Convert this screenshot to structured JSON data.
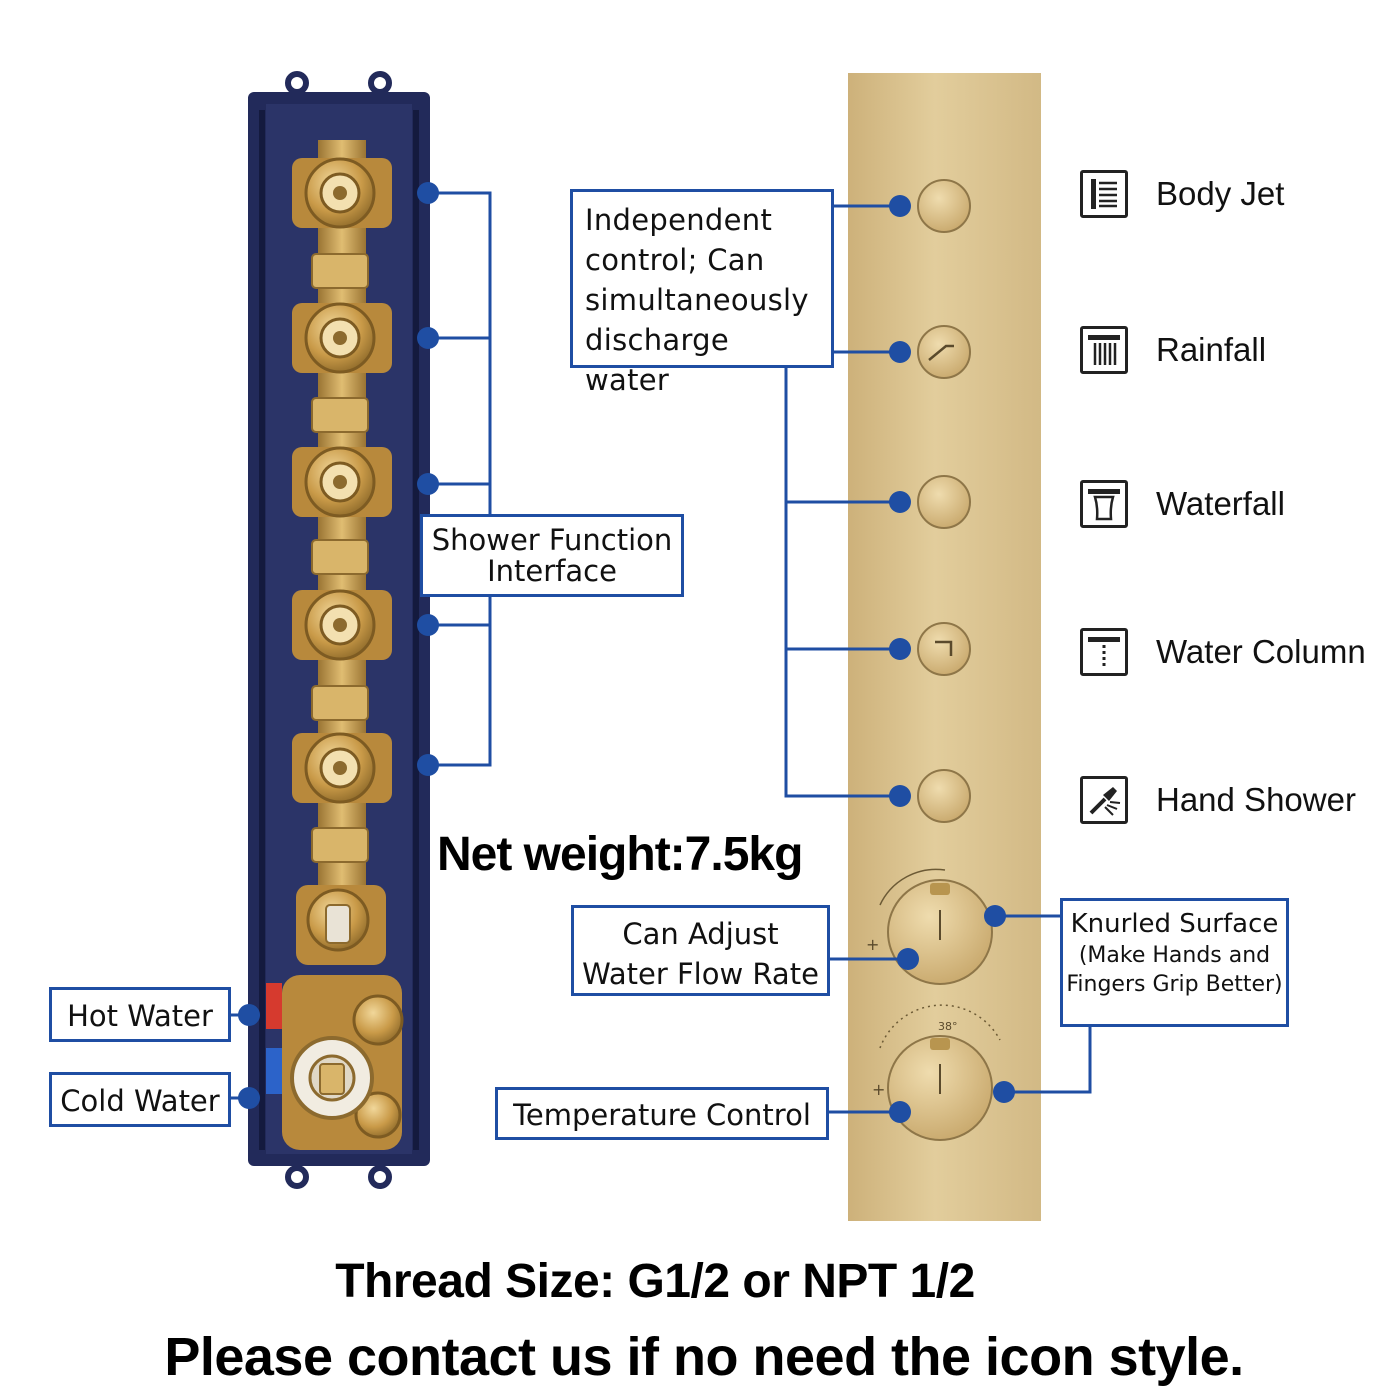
{
  "product": {
    "net_weight": "Net weight:7.5kg",
    "thread_size": "Thread Size: G1/2 or NPT 1/2",
    "contact_note": "Please contact us if no need the icon style."
  },
  "callouts": {
    "independent_control": [
      "Independent",
      "control; Can",
      "simultaneously",
      "discharge water"
    ],
    "shower_function_interface": [
      "Shower Function",
      "Interface"
    ],
    "adjust_flow": [
      "Can Adjust",
      "Water Flow Rate"
    ],
    "temperature_control": "Temperature Control",
    "knurled_surface": {
      "title": "Knurled Surface",
      "note": [
        "(Make Hands and",
        "Fingers Grip Better)"
      ]
    },
    "hot_water": "Hot Water",
    "cold_water": "Cold Water"
  },
  "functions": [
    {
      "label": "Body Jet",
      "icon": "body-jet-icon"
    },
    {
      "label": "Rainfall",
      "icon": "rainfall-icon"
    },
    {
      "label": "Waterfall",
      "icon": "waterfall-icon"
    },
    {
      "label": "Water Column",
      "icon": "water-column-icon"
    },
    {
      "label": "Hand Shower",
      "icon": "hand-shower-icon"
    }
  ],
  "dial_marking": "38°",
  "colors": {
    "callout_blue": "#1f4ea3",
    "housing_navy": "#222a5a",
    "brass": "#c9a35a",
    "panel_gold": "#d9c18c",
    "hot_red": "#d63a2e"
  }
}
